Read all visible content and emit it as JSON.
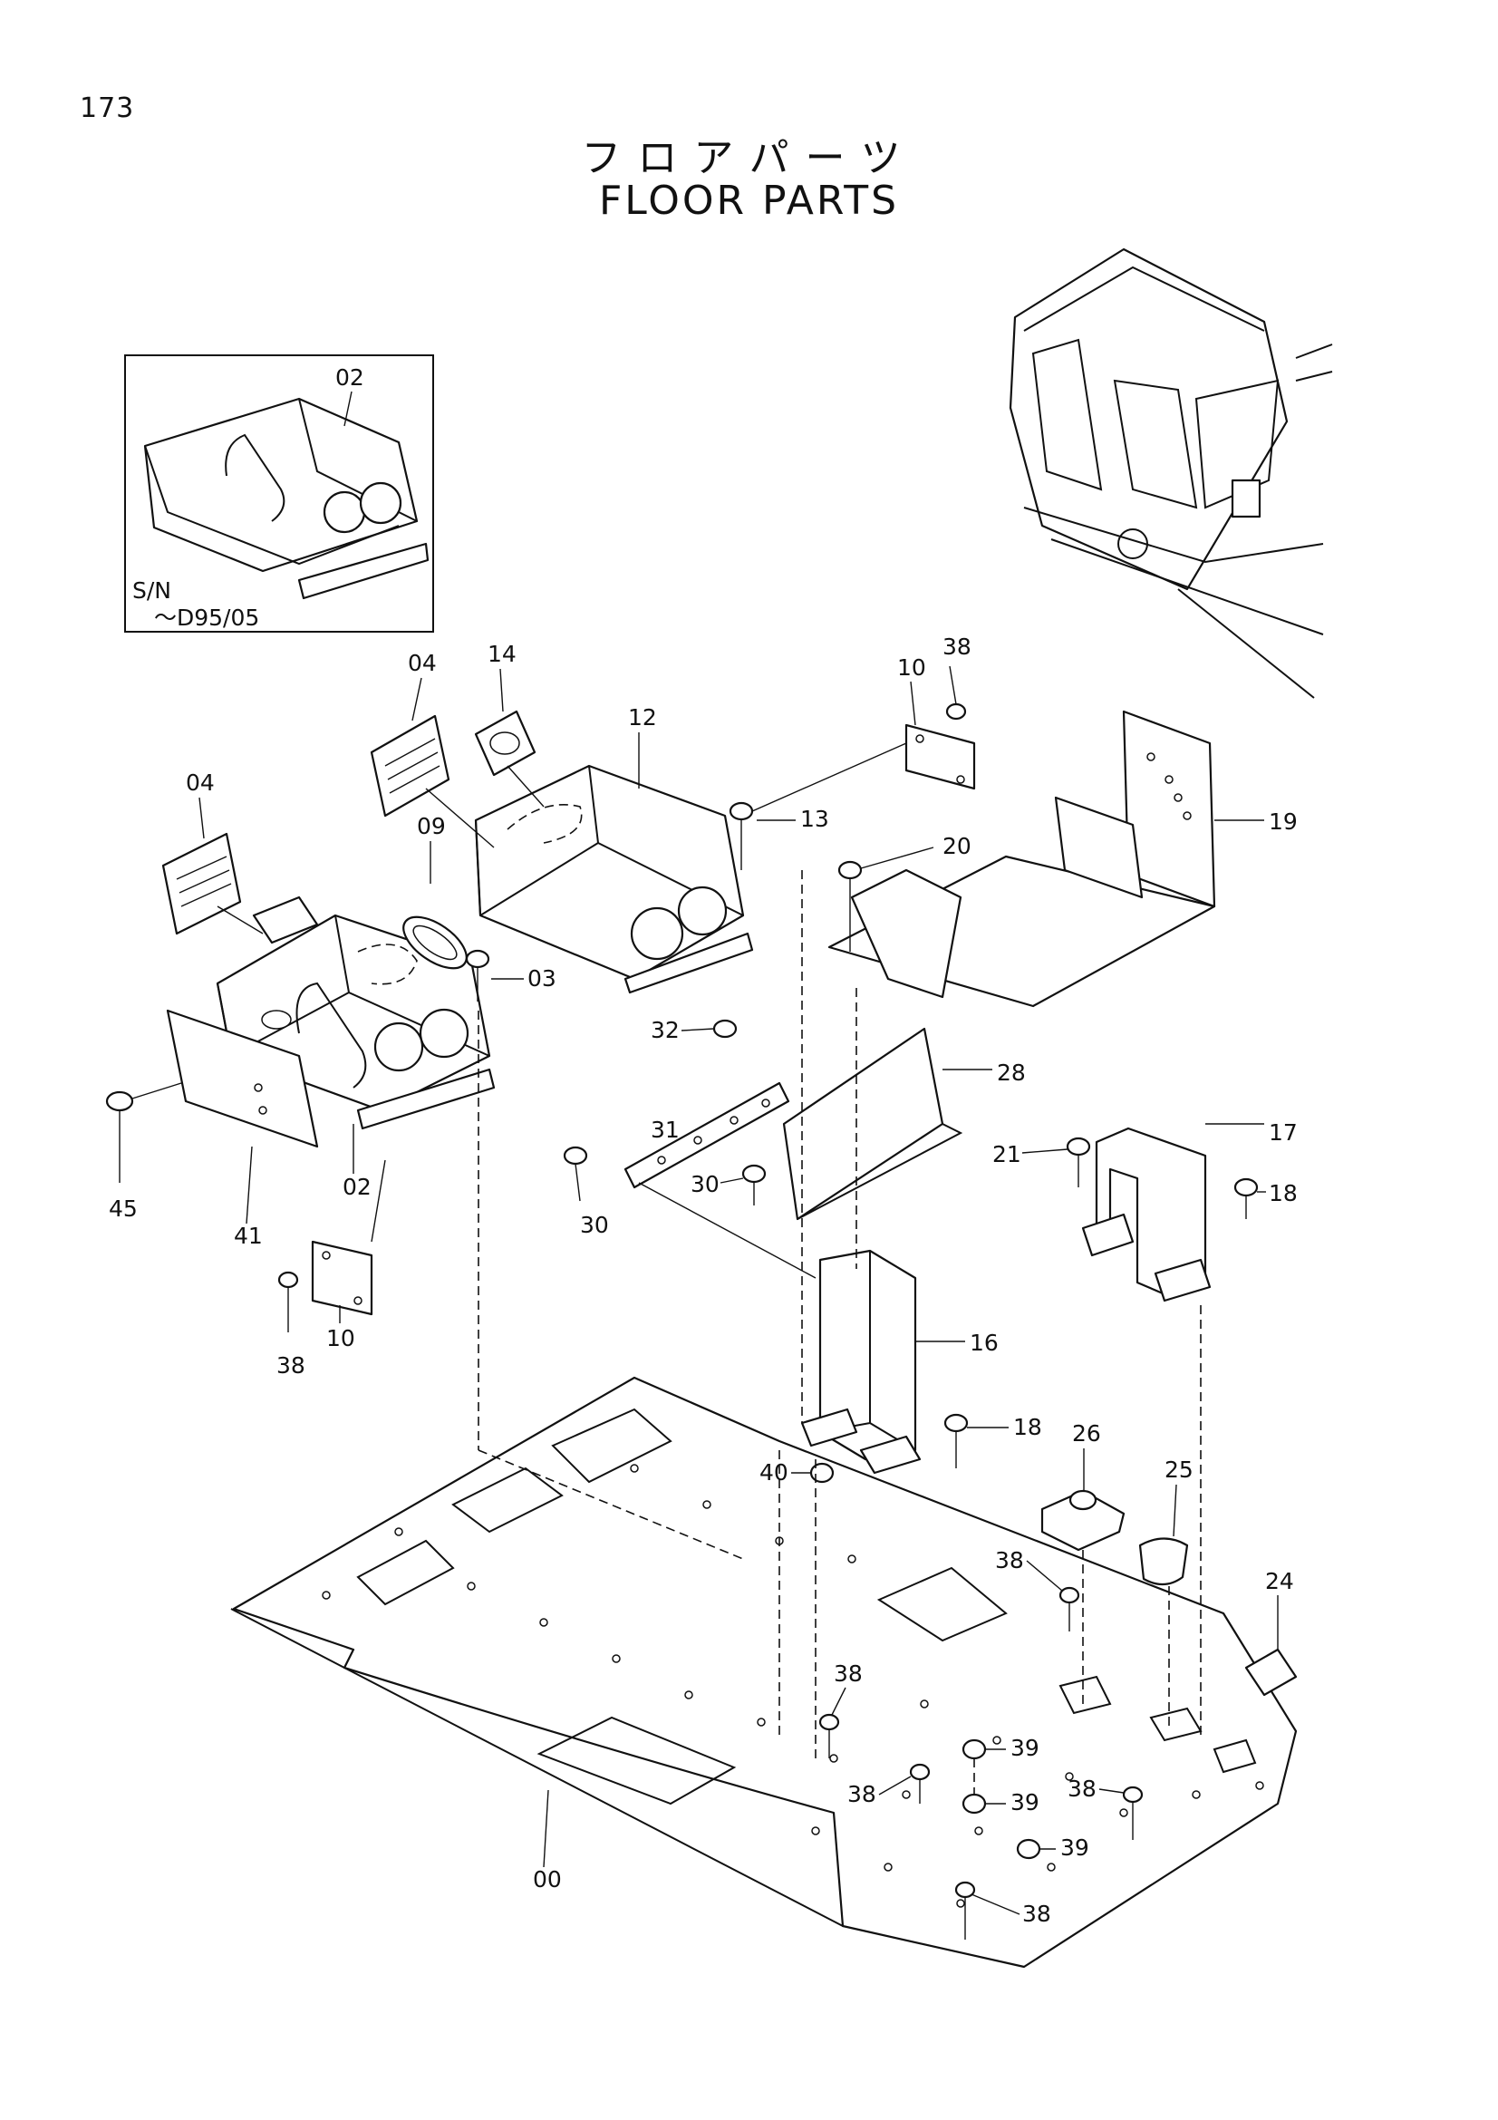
{
  "page_number": "173",
  "title_jp": "フロアパーツ",
  "title_en": "FLOOR PARTS",
  "inset": {
    "part_label": "02",
    "sn_label": "S/N",
    "sn_range": "～D95/05"
  },
  "parts": {
    "p00": "00",
    "p02": "02",
    "p03": "03",
    "p04a": "04",
    "p04b": "04",
    "p09": "09",
    "p10a": "10",
    "p10b": "10",
    "p12": "12",
    "p13": "13",
    "p14": "14",
    "p16": "16",
    "p17": "17",
    "p18a": "18",
    "p18b": "18",
    "p19": "19",
    "p20": "20",
    "p21": "21",
    "p24": "24",
    "p25": "25",
    "p26": "26",
    "p28": "28",
    "p30a": "30",
    "p30b": "30",
    "p31": "31",
    "p32": "32",
    "p38a": "38",
    "p38b": "38",
    "p38c": "38",
    "p38d": "38",
    "p38e": "38",
    "p38f": "38",
    "p38g": "38",
    "p39a": "39",
    "p39b": "39",
    "p39c": "39",
    "p40": "40",
    "p41": "41",
    "p45": "45"
  }
}
